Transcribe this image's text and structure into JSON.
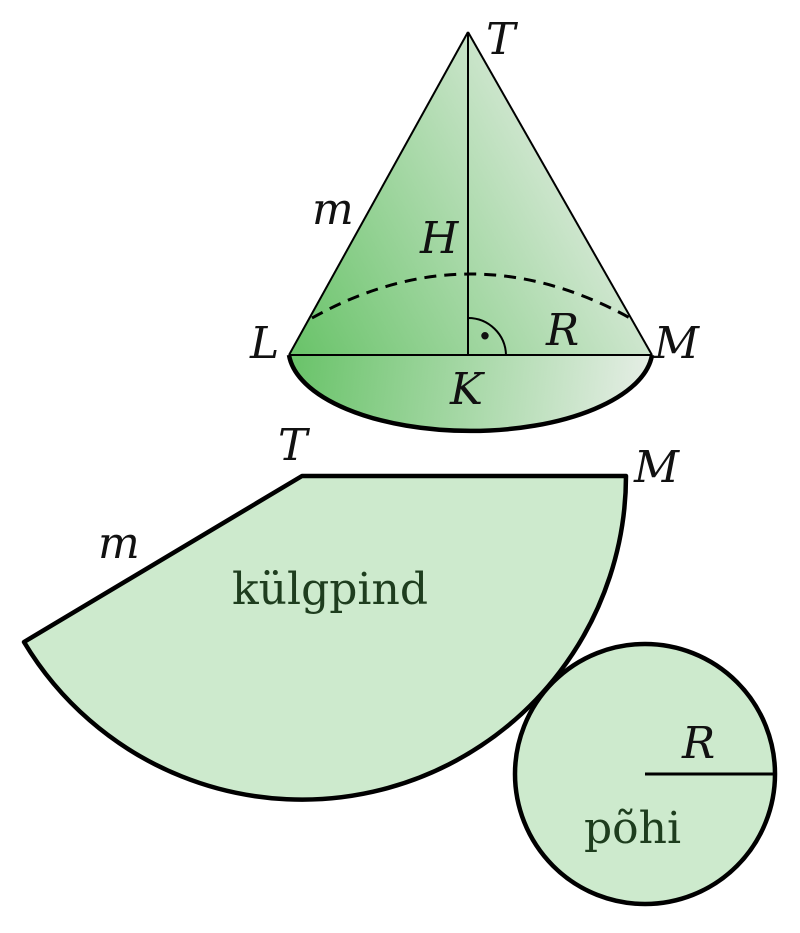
{
  "colors": {
    "cone_fill_light": "#e6eee6",
    "cone_fill_dark": "#6cc46c",
    "net_fill": "#cdeacd",
    "stroke": "#000000",
    "label_text": "#111111",
    "word_text": "#1e3d1e"
  },
  "cone": {
    "apex_label": "T",
    "left_label": "L",
    "right_label": "M",
    "center_label": "K",
    "slant_label": "m",
    "height_label": "H",
    "radius_label": "R",
    "right_angle_mark": "·"
  },
  "net": {
    "lateral": {
      "apex_label": "T",
      "edge_end_label": "M",
      "slant_label": "m",
      "name": "külgpind"
    },
    "base": {
      "radius_label": "R",
      "name": "põhi"
    }
  }
}
